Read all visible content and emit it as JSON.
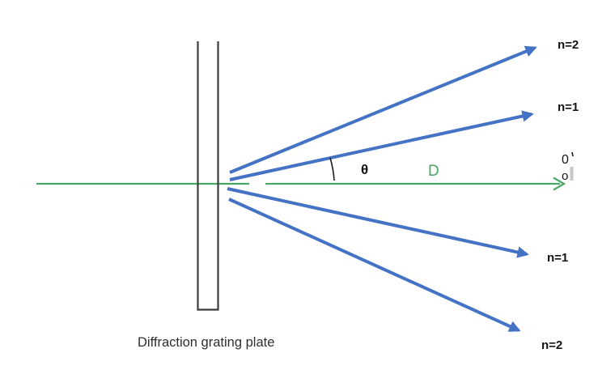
{
  "diagram": {
    "caption": "Diffraction grating plate",
    "labels": {
      "order2_up": "n=2",
      "order1_up": "n=1",
      "order1_down": "n=1",
      "order2_down": "n=2",
      "angle_theta": "θ",
      "distance_d": "D",
      "zero_order_upper": "0",
      "zero_order_lower": "o"
    },
    "colors": {
      "ray_blue": "#4472C4",
      "beam_green": "#4BA765",
      "plate_stroke": "#3C3C3C",
      "arc_black": "#1A1A1A",
      "label_black": "#141414",
      "caption_gray": "#2E2E2E",
      "cursor_gray": "#C7C7C7"
    }
  }
}
